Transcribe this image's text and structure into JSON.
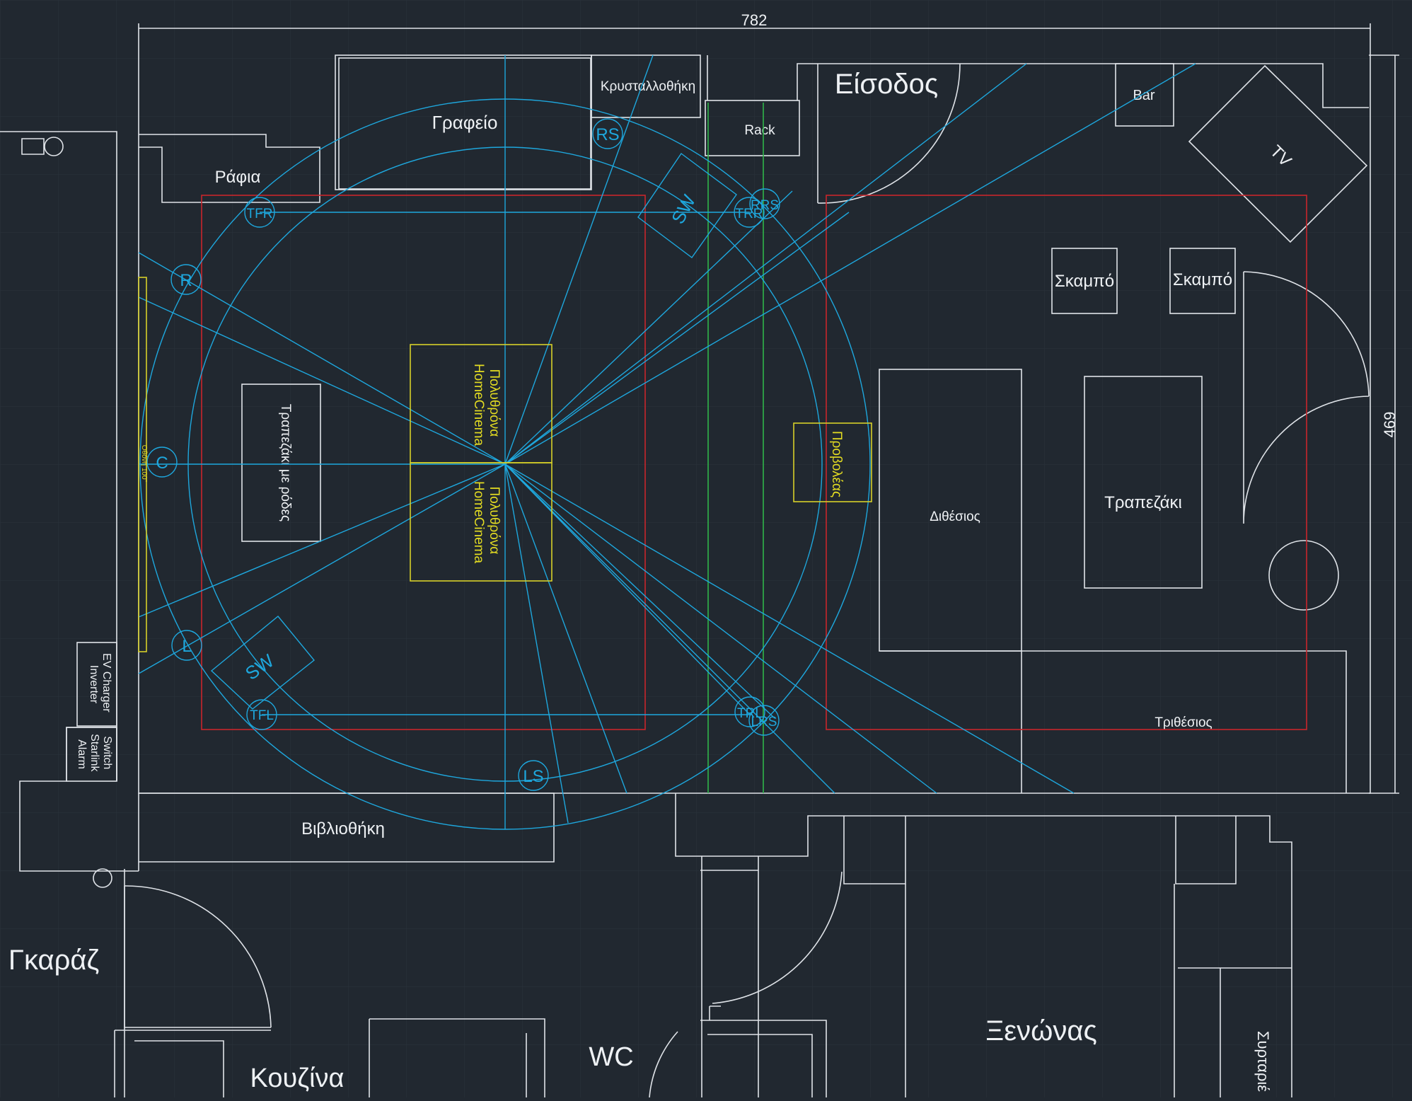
{
  "dimensions": {
    "width": "782",
    "height": "469"
  },
  "rooms": {
    "entrance": "Είσοδος",
    "garage": "Γκαράζ",
    "kitchen": "Κουζίνα",
    "wc": "WC",
    "guest_room": "Ξενώνας",
    "drawers": "Συρταριέ"
  },
  "furniture": {
    "office": "Γραφείο",
    "crystal_cabinet": "Κρυσταλλοθήκη",
    "rack": "Rack",
    "bar": "Bar",
    "tv": "TV",
    "shelves": "Ράφια",
    "stool_1": "Σκαμπό",
    "stool_2": "Σκαμπό",
    "sofa_2_seat": "Διθέσιος",
    "sofa_3_seat": "Τριθέσιος",
    "table": "Τραπεζάκι",
    "wheeled_table": "Τραπεζάκι με ρόδες",
    "library": "Βιβλιοθήκη",
    "projector": "Προβολέας",
    "screen": "Οθόνη 100\"",
    "cinema_seat_1": [
      "Πολυθρόνα",
      "HomeCinema"
    ],
    "cinema_seat_2": [
      "Πολυθρόνα",
      "HomeCinema"
    ],
    "ev_charger": [
      "EV Charger",
      "Inverter"
    ],
    "network": [
      "Switch",
      "Starlink",
      "Alarm"
    ]
  },
  "speakers": {
    "tfr": "TFR",
    "trr": "TRR",
    "rrs": "RRS",
    "rs": "RS",
    "r": "R",
    "c": "C",
    "l": "L",
    "tfl": "TFL",
    "trl": "TRL",
    "lrs": "LRS",
    "ls": "LS",
    "sw_top": "SW",
    "sw_bottom": "SW"
  },
  "colors": {
    "background": "#212830",
    "walls": "#dfe3e8",
    "speaker_lines": "#1ea7dd",
    "zones": "#c8252b",
    "seats": "#d6cf28",
    "projector_beam": "#2fb44a"
  }
}
